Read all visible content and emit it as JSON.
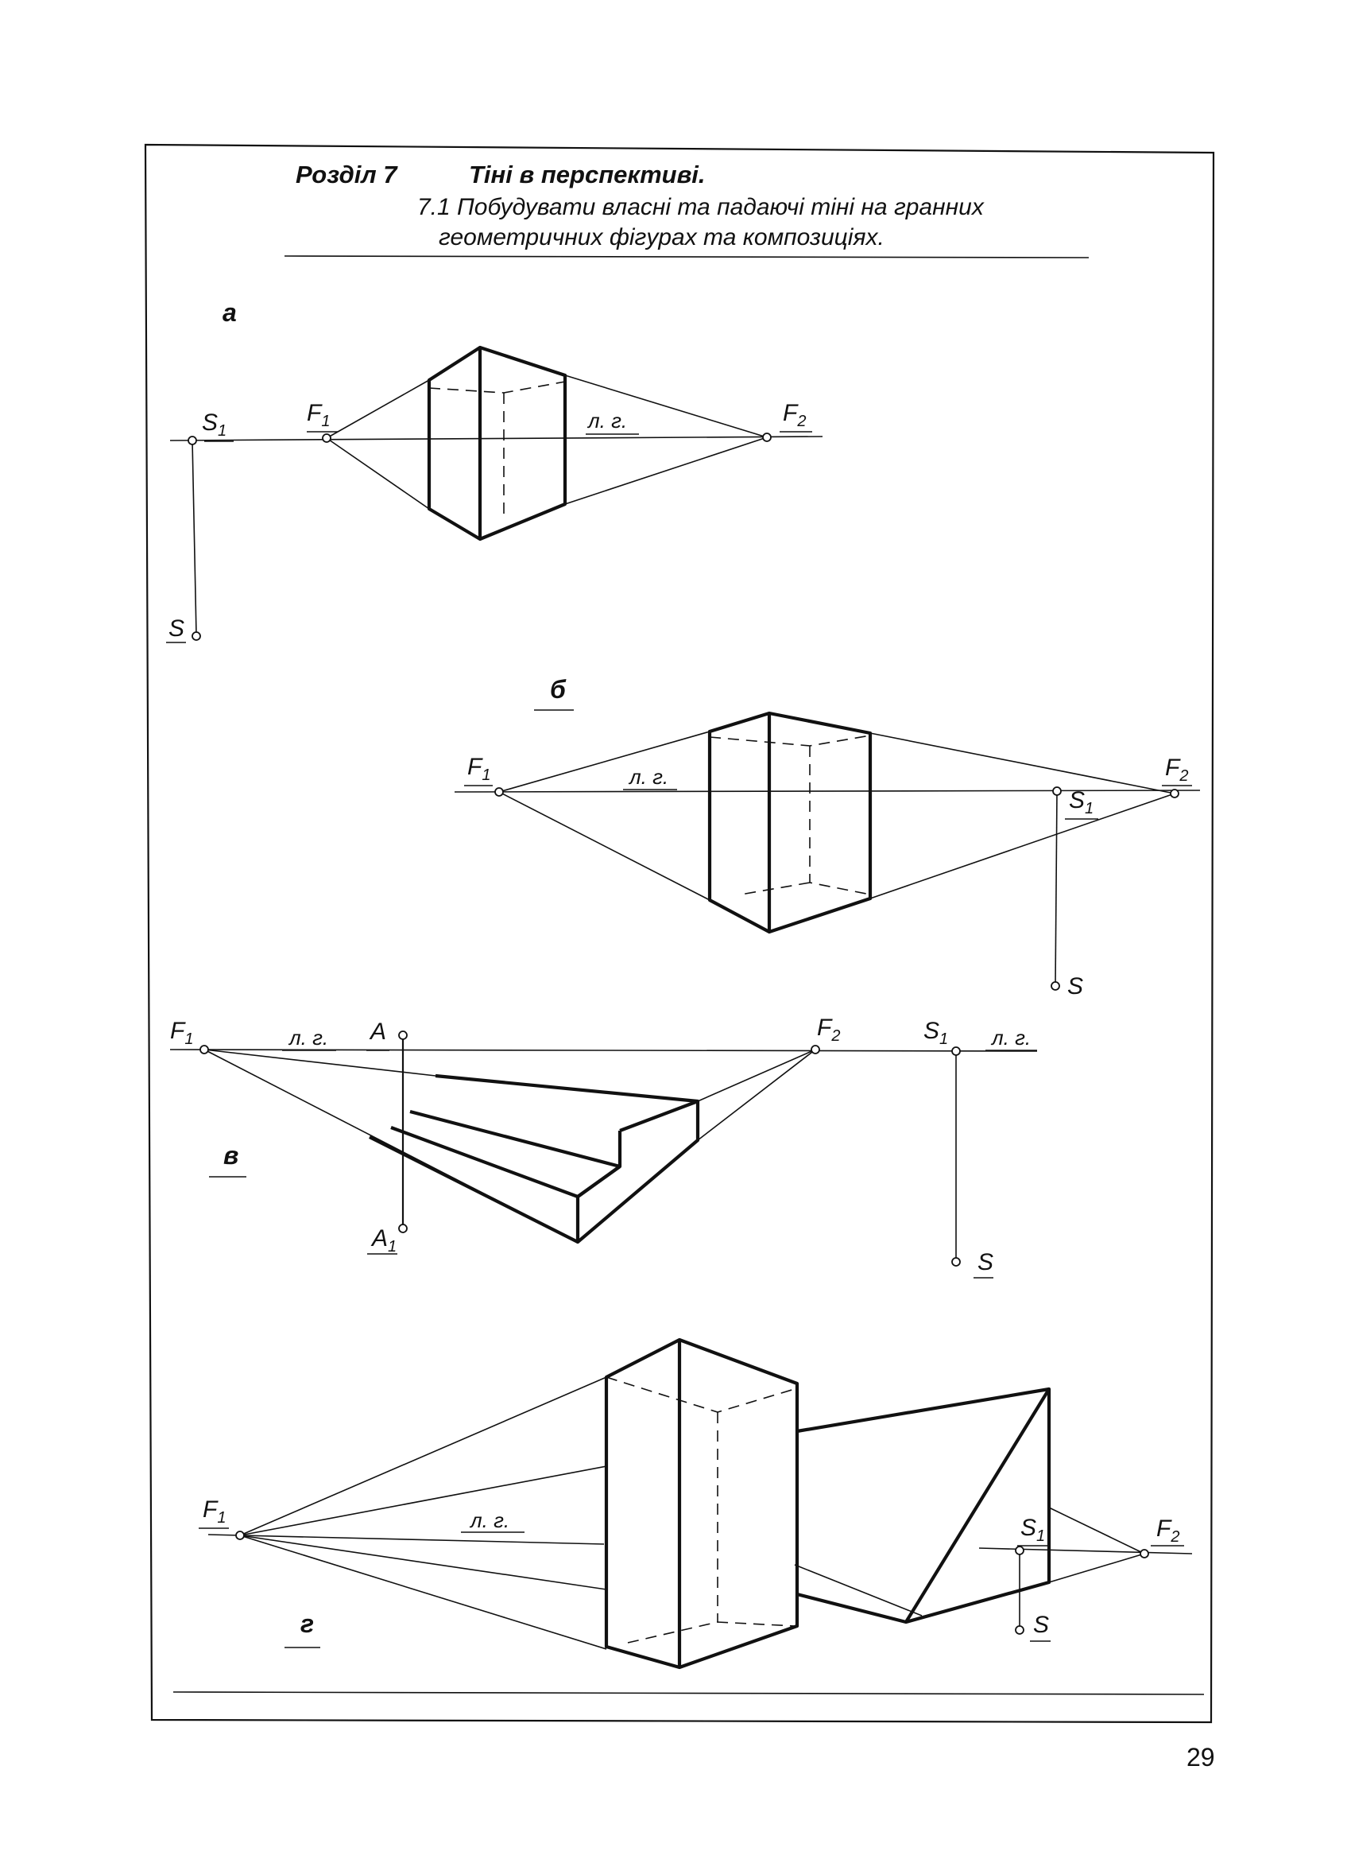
{
  "header": {
    "section": "Розділ 7",
    "title": "Тіні в перспективі.",
    "task_line1": "7.1 Побудувати власні та падаючі тіні на гранних",
    "task_line2": "геометричних фігурах та композиціях."
  },
  "figures": {
    "a": {
      "label": "а",
      "S1": "S",
      "F1": "F",
      "horizon": "л. г.",
      "F2": "F",
      "S": "S"
    },
    "b": {
      "label": "б",
      "F1": "F",
      "horizon": "л. г.",
      "S1": "S",
      "F2": "F",
      "S": "S"
    },
    "v": {
      "label": "в",
      "F1": "F",
      "horizon_left": "л. г.",
      "A": "A",
      "F2": "F",
      "S1": "S",
      "horizon_right": "л. г.",
      "A1": "A",
      "S": "S"
    },
    "g": {
      "label": "г",
      "F1": "F",
      "horizon": "л. г.",
      "S1": "S",
      "F2": "F",
      "S": "S"
    }
  },
  "subscripts": {
    "one": "1",
    "two": "2"
  },
  "page_number": "29"
}
